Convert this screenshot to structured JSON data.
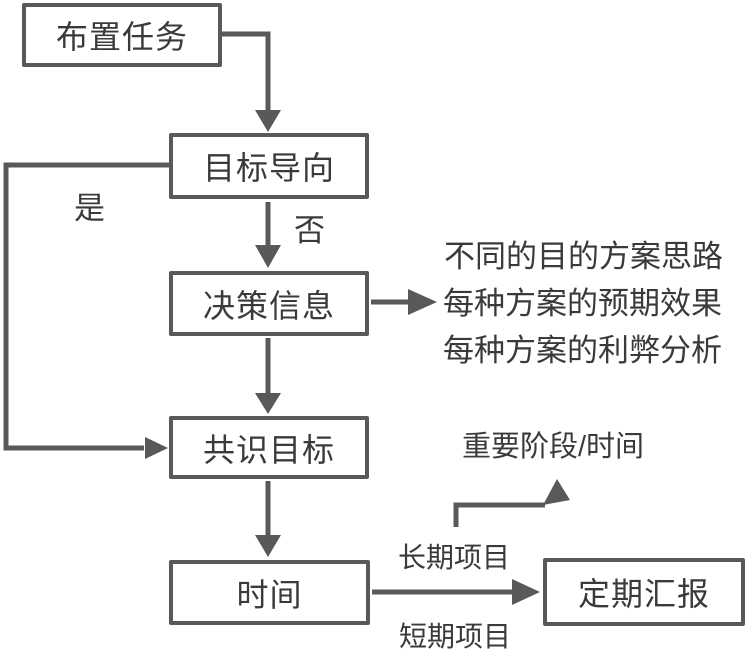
{
  "flowchart": {
    "nodes": [
      {
        "id": "assign-task",
        "label": "布置任务"
      },
      {
        "id": "goal-oriented",
        "label": "目标导向"
      },
      {
        "id": "decision-info",
        "label": "决策信息"
      },
      {
        "id": "consensus-goal",
        "label": "共识目标"
      },
      {
        "id": "time",
        "label": "时间"
      },
      {
        "id": "regular-report",
        "label": "定期汇报"
      }
    ],
    "edge_labels": {
      "yes": "是",
      "no": "否"
    },
    "annotations": {
      "decision_notes": [
        "不同的目的方案思路",
        "每种方案的预期效果",
        "每种方案的利弊分析"
      ],
      "milestone": "重要阶段/时间",
      "long_term": "长期项目",
      "short_term": "短期项目"
    },
    "colors": {
      "line": "#595959",
      "text": "#3a3a3a",
      "node_fill": "#ffffff",
      "background": "#ffffff"
    }
  }
}
